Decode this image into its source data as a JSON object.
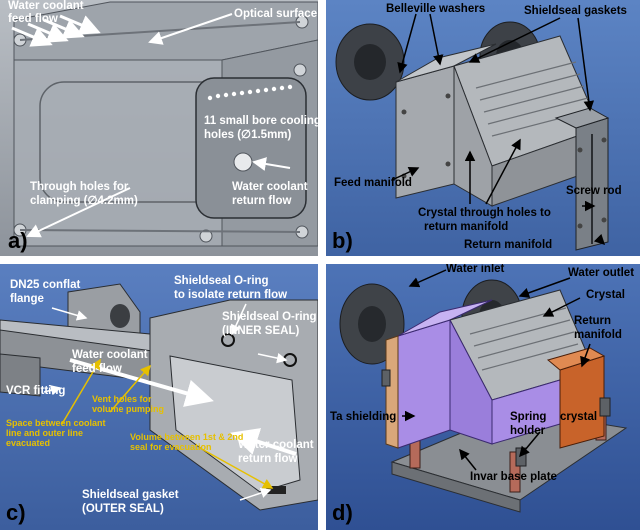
{
  "panels": {
    "a": {
      "letter": "a)",
      "labels": {
        "feed": [
          "Water coolant",
          "feed flow"
        ],
        "optical": "Optical surface",
        "holes": [
          "11 small bore cooling",
          "holes (∅1.5mm)"
        ],
        "clamp": [
          "Through holes for",
          "clamping (∅4.2mm)"
        ],
        "return": [
          "Water coolant",
          "return flow"
        ]
      }
    },
    "b": {
      "letter": "b)",
      "labels": {
        "belleville": "Belleville washers",
        "shieldseal": "Shieldseal gaskets",
        "feed_manifold": "Feed manifold",
        "crystal_holes": [
          "Crystal through holes to",
          "return manifold"
        ],
        "screw_rod": "Screw rod",
        "return_manifold": "Return manifold"
      }
    },
    "c": {
      "letter": "c)",
      "labels": {
        "dn25": [
          "DN25 conflat",
          "flange"
        ],
        "oring_return": [
          "Shieldseal O-ring",
          "to isolate return flow"
        ],
        "oring_inner": [
          "Shieldseal O-ring",
          "(INNER SEAL)"
        ],
        "feed": [
          "Water coolant",
          "feed flow"
        ],
        "vcr": "VCR fitting",
        "vent": [
          "Vent holes for",
          "volume pumping"
        ],
        "space": [
          "Space between coolant",
          "line and outer line",
          "evacuated"
        ],
        "volume": [
          "Volume between 1st & 2nd",
          "seal for evacuation"
        ],
        "return": [
          "Water coolant",
          "return flow"
        ],
        "gasket": [
          "Shieldseal gasket",
          "(OUTER SEAL)"
        ]
      }
    },
    "d": {
      "letter": "d)",
      "labels": {
        "inlet": "Water inlet",
        "outlet": "Water outlet",
        "crystal": "Crystal",
        "return_manifold": [
          "Return",
          "manifold"
        ],
        "ta": "Ta shielding",
        "spring": [
          "Spring",
          "holder"
        ],
        "crystal2": "crystal",
        "invar": "Invar base plate"
      }
    }
  },
  "colors": {
    "ta_purple": "#a98de6",
    "copper": "#c8632a",
    "steel": "#8a8d92",
    "annotation_yellow": "#e6c000",
    "label_blue": "#1e2a80"
  }
}
